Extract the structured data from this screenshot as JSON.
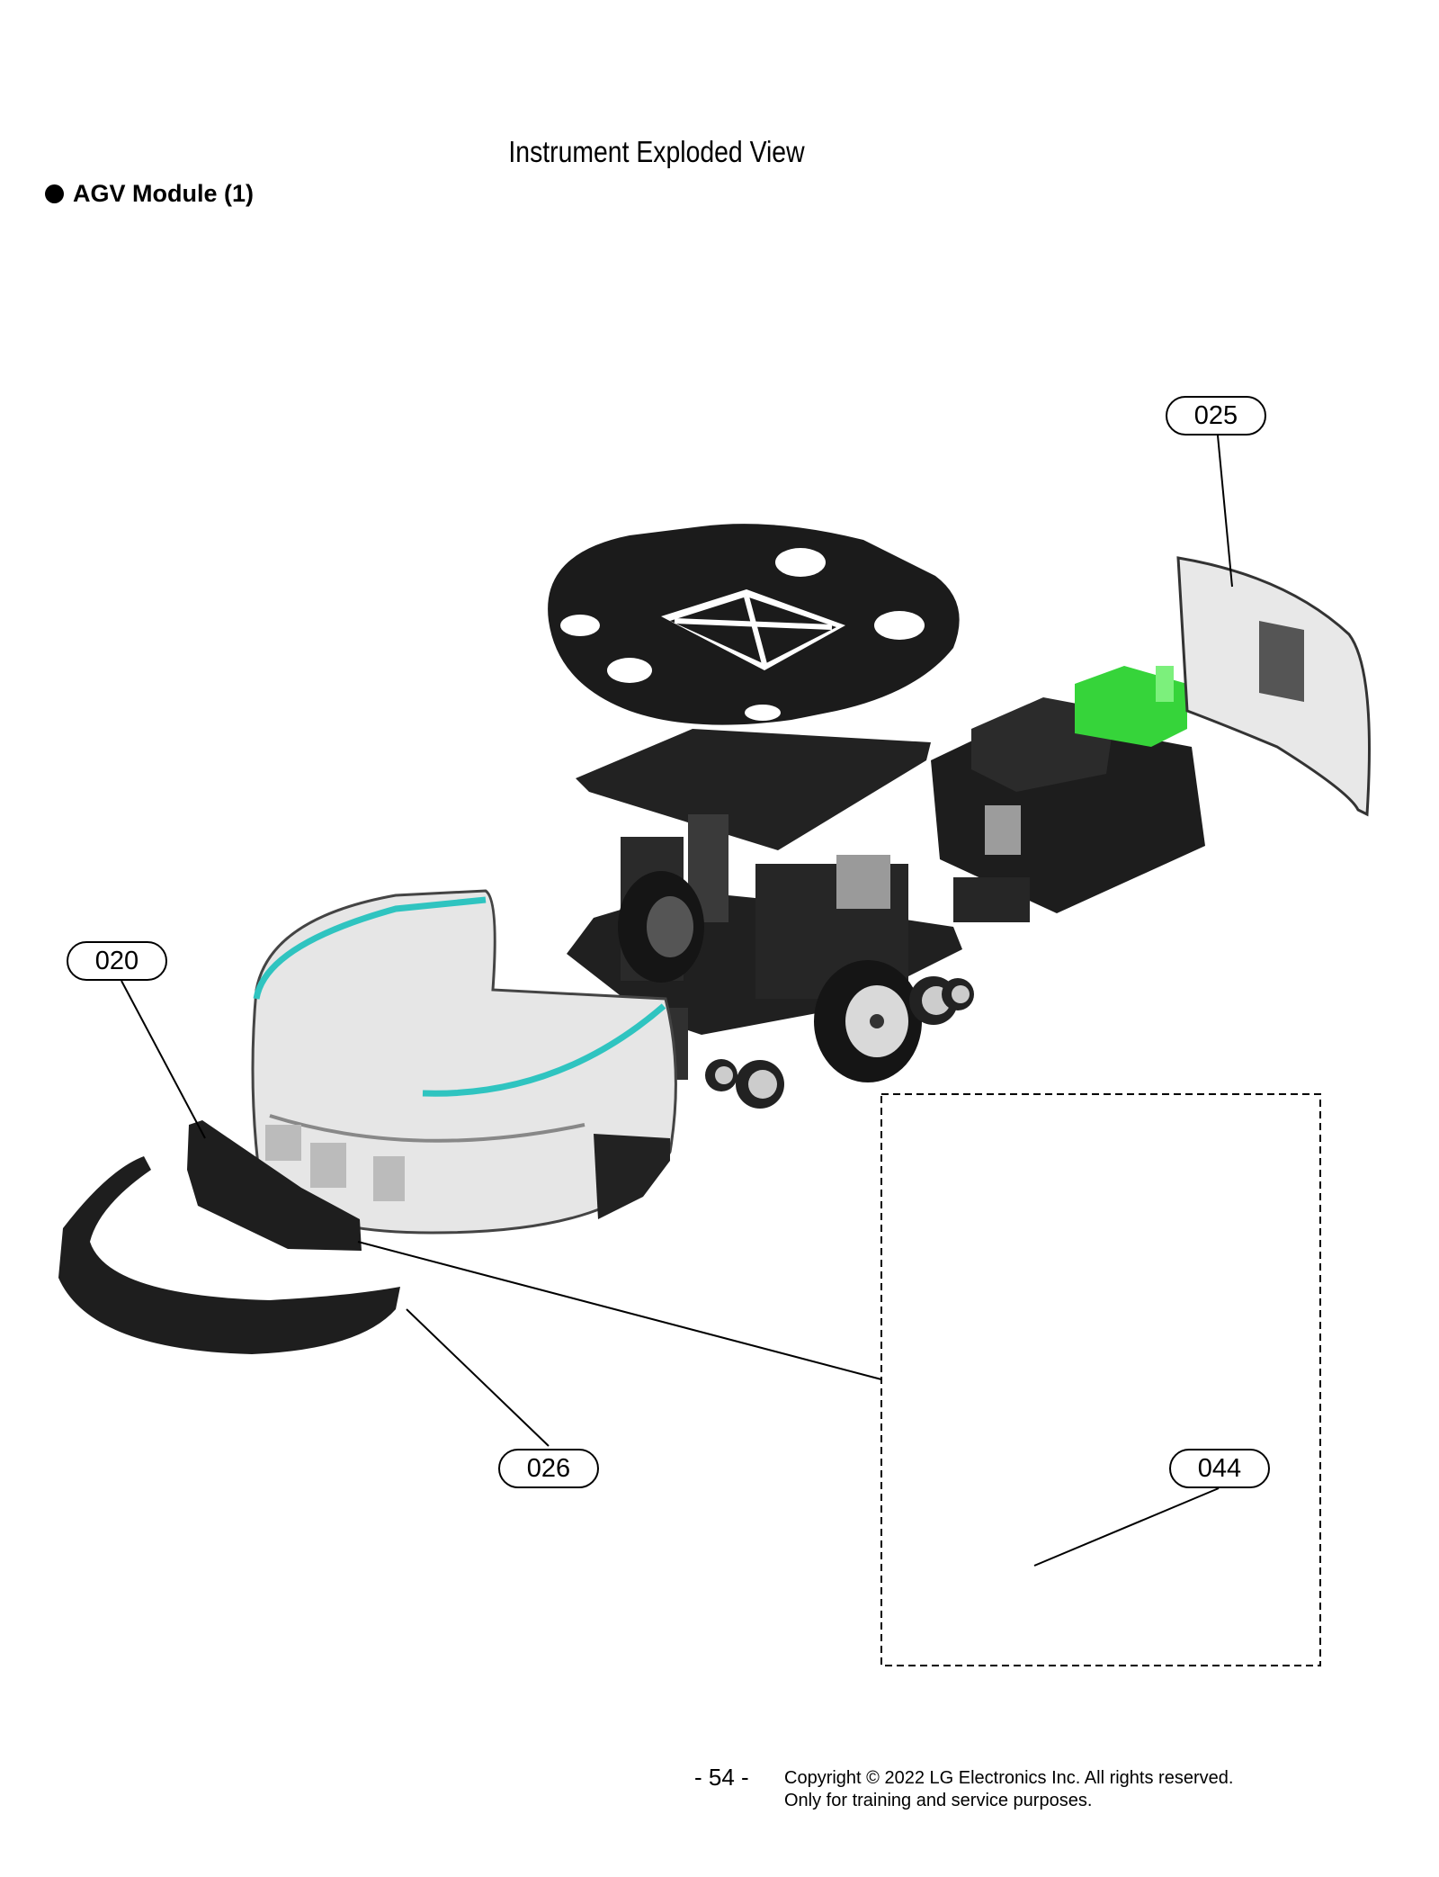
{
  "header": {
    "title": "Instrument Exploded View"
  },
  "section": {
    "label": "AGV Module (1)"
  },
  "callouts": {
    "c025": "025",
    "c020": "020",
    "c026": "026",
    "c044": "044"
  },
  "footer": {
    "page_number": "- 54 -",
    "copyright_line1": "Copyright © 2022 LG Electronics Inc. All rights reserved.",
    "copyright_line2": "Only for training and service purposes."
  },
  "colors": {
    "accent_green": "#36d43a",
    "accent_cyan": "#2fc4c0",
    "part_black": "#1b1b1b",
    "shell_grey": "#e6e6e6"
  }
}
